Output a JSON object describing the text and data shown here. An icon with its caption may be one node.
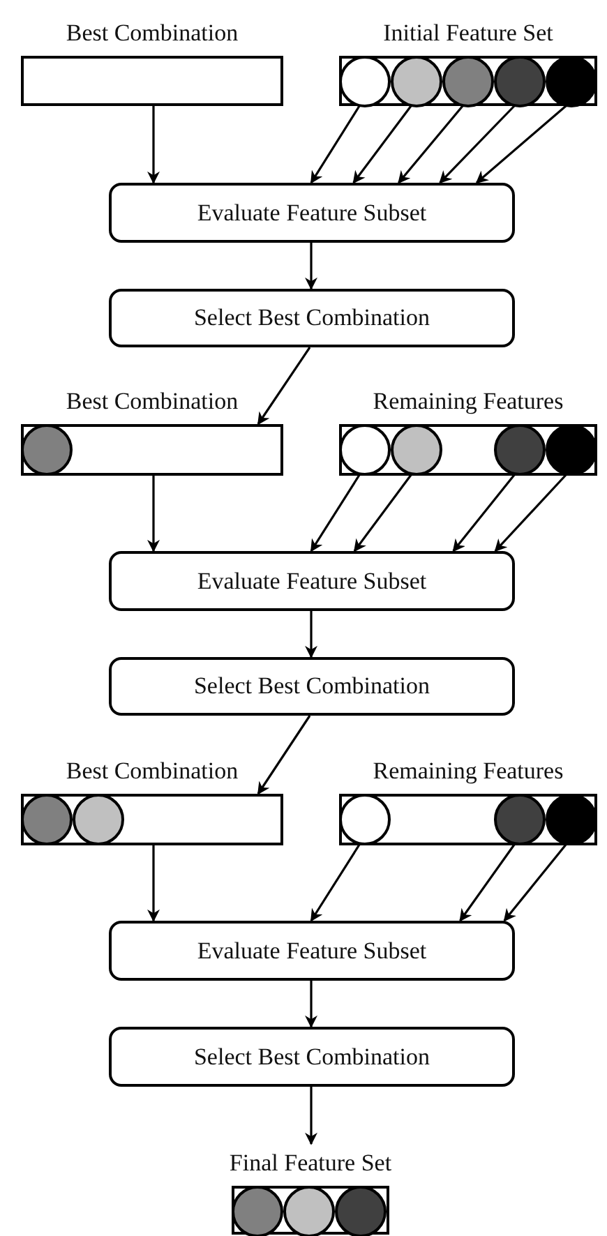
{
  "diagram": {
    "nodes": [
      {
        "text": [
          "Best Combination"
        ]
      },
      {
        "text": [
          "Initial Feature Set"
        ]
      },
      {
        "text": [],
        "shape": "circle",
        "in": 1
      },
      {
        "text": [],
        "shape": "circle",
        "in": 1
      },
      {
        "text": [],
        "shape": "circle",
        "in": 1
      },
      {
        "text": [],
        "shape": "circle",
        "in": 1
      },
      {
        "text": [],
        "shape": "circle",
        "in": 1
      },
      {
        "text": [
          "Evaluate Feature Subset"
        ]
      },
      {
        "text": [
          "Select Best Combination"
        ]
      },
      {
        "text": [
          "Best Combination"
        ]
      },
      {
        "text": [],
        "shape": "circle",
        "in": 9
      },
      {
        "text": [
          "Remaining Features"
        ]
      },
      {
        "text": [],
        "shape": "circle",
        "in": 11
      },
      {
        "text": [],
        "shape": "circle",
        "in": 11
      },
      {
        "text": [],
        "shape": "circle",
        "in": 11
      },
      {
        "text": [],
        "shape": "circle",
        "in": 11
      },
      {
        "text": [
          "Evaluate Feature Subset"
        ]
      },
      {
        "text": [
          "Select Best Combination"
        ]
      },
      {
        "text": [
          "Best Combination"
        ]
      },
      {
        "text": [],
        "shape": "circle",
        "in": 18
      },
      {
        "text": [],
        "shape": "circle",
        "in": 18
      },
      {
        "text": [
          "Remaining Features"
        ]
      },
      {
        "text": [],
        "shape": "circle",
        "in": 21
      },
      {
        "text": [],
        "shape": "circle",
        "in": 21
      },
      {
        "text": [],
        "shape": "circle",
        "in": 21
      },
      {
        "text": [
          "Evaluate Feature Subset"
        ]
      },
      {
        "text": [
          "Select Best Combination"
        ]
      },
      {
        "text": [
          "Final Feature Set"
        ]
      },
      {
        "text": [],
        "shape": "circle",
        "in": 27
      },
      {
        "text": [],
        "shape": "circle",
        "in": 27
      },
      {
        "text": [],
        "shape": "circle",
        "in": 27
      }
    ],
    "edges": [
      {
        "from": 0,
        "to": 7,
        "arrow": "to"
      },
      {
        "from": 2,
        "to": 7,
        "arrow": "to"
      },
      {
        "from": 3,
        "to": 7,
        "arrow": "to"
      },
      {
        "from": 4,
        "to": 7,
        "arrow": "to"
      },
      {
        "from": 5,
        "to": 7,
        "arrow": "to"
      },
      {
        "from": 6,
        "to": 7,
        "arrow": "to"
      },
      {
        "from": 7,
        "to": 8,
        "arrow": "to"
      },
      {
        "from": 8,
        "to": 9,
        "arrow": "to"
      },
      {
        "from": 9,
        "to": 16,
        "arrow": "to"
      },
      {
        "from": 12,
        "to": 16,
        "arrow": "to"
      },
      {
        "from": 13,
        "to": 16,
        "arrow": "to"
      },
      {
        "from": 14,
        "to": 16,
        "arrow": "to"
      },
      {
        "from": 15,
        "to": 16,
        "arrow": "to"
      },
      {
        "from": 16,
        "to": 17,
        "arrow": "to"
      },
      {
        "from": 17,
        "to": 18,
        "arrow": "to"
      },
      {
        "from": 18,
        "to": 25,
        "arrow": "to"
      },
      {
        "from": 22,
        "to": 25,
        "arrow": "to"
      },
      {
        "from": 23,
        "to": 25,
        "arrow": "to"
      },
      {
        "from": 24,
        "to": 25,
        "arrow": "to"
      },
      {
        "from": 25,
        "to": 26,
        "arrow": "to"
      },
      {
        "from": 26,
        "to": 27,
        "arrow": "to"
      }
    ]
  }
}
